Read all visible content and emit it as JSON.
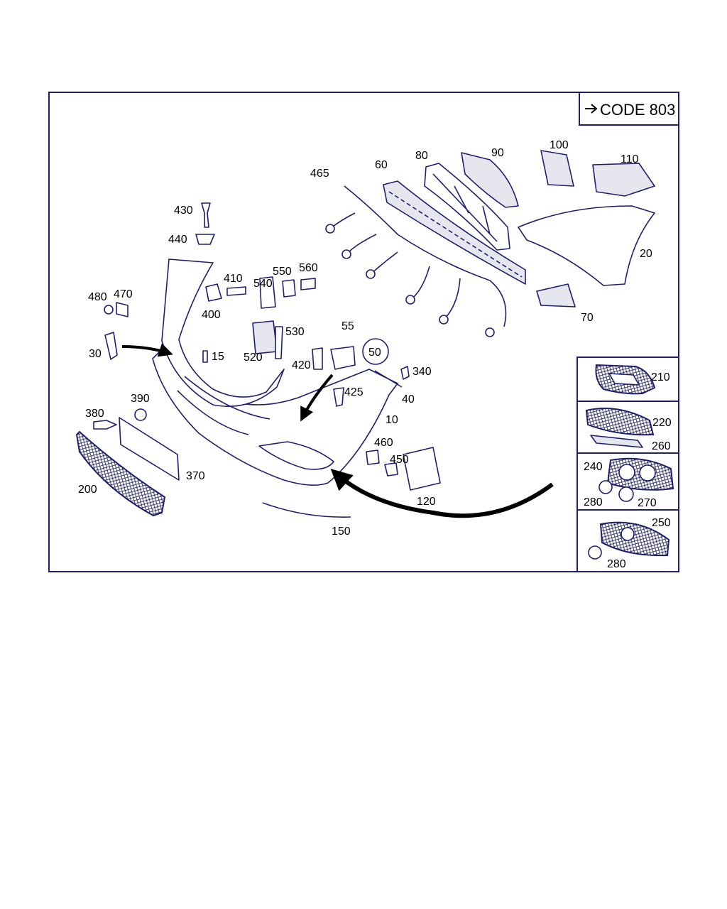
{
  "code_label": "CODE 803",
  "parts": [
    {
      "id": "p10",
      "label": "10"
    },
    {
      "id": "p15",
      "label": "15"
    },
    {
      "id": "p20",
      "label": "20"
    },
    {
      "id": "p30",
      "label": "30"
    },
    {
      "id": "p40",
      "label": "40"
    },
    {
      "id": "p50",
      "label": "50"
    },
    {
      "id": "p55",
      "label": "55"
    },
    {
      "id": "p60",
      "label": "60"
    },
    {
      "id": "p70",
      "label": "70"
    },
    {
      "id": "p80",
      "label": "80"
    },
    {
      "id": "p90",
      "label": "90"
    },
    {
      "id": "p100",
      "label": "100"
    },
    {
      "id": "p110",
      "label": "110"
    },
    {
      "id": "p120",
      "label": "120"
    },
    {
      "id": "p150",
      "label": "150"
    },
    {
      "id": "p200",
      "label": "200"
    },
    {
      "id": "p210",
      "label": "210"
    },
    {
      "id": "p220",
      "label": "220"
    },
    {
      "id": "p240",
      "label": "240"
    },
    {
      "id": "p250",
      "label": "250"
    },
    {
      "id": "p260",
      "label": "260"
    },
    {
      "id": "p270",
      "label": "270"
    },
    {
      "id": "p280a",
      "label": "280"
    },
    {
      "id": "p280b",
      "label": "280"
    },
    {
      "id": "p340",
      "label": "340"
    },
    {
      "id": "p370",
      "label": "370"
    },
    {
      "id": "p380",
      "label": "380"
    },
    {
      "id": "p390",
      "label": "390"
    },
    {
      "id": "p400",
      "label": "400"
    },
    {
      "id": "p410",
      "label": "410"
    },
    {
      "id": "p420",
      "label": "420"
    },
    {
      "id": "p425",
      "label": "425"
    },
    {
      "id": "p430",
      "label": "430"
    },
    {
      "id": "p440",
      "label": "440"
    },
    {
      "id": "p450",
      "label": "450"
    },
    {
      "id": "p460",
      "label": "460"
    },
    {
      "id": "p465",
      "label": "465"
    },
    {
      "id": "p470",
      "label": "470"
    },
    {
      "id": "p480",
      "label": "480"
    },
    {
      "id": "p520",
      "label": "520"
    },
    {
      "id": "p530",
      "label": "530"
    },
    {
      "id": "p540",
      "label": "540"
    },
    {
      "id": "p550",
      "label": "550"
    },
    {
      "id": "p560",
      "label": "560"
    }
  ]
}
